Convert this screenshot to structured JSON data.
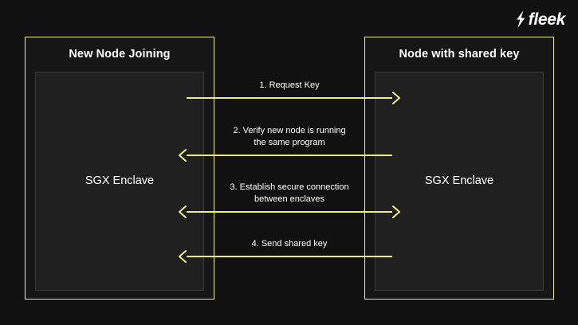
{
  "brand": {
    "name": "fleek",
    "bolt_icon": "lightning-bolt-icon",
    "color": "#ffffff"
  },
  "theme": {
    "background": "#111111",
    "accent": "#eeee8a",
    "box_background": "#161616",
    "enclave_background": "#202020",
    "enclave_border": "#3a3a3a",
    "text": "#ffffff"
  },
  "nodes": {
    "left": {
      "title": "New Node Joining",
      "enclave_label": "SGX\nEnclave"
    },
    "right": {
      "title": "Node with shared key",
      "enclave_label": "SGX\nEnclave"
    }
  },
  "messages": [
    {
      "number": "1.",
      "label": "Request Key",
      "direction": "right"
    },
    {
      "number": "2.",
      "label": "Verify new node is running\nthe same program",
      "direction": "left"
    },
    {
      "number": "3.",
      "label": "Establish secure connection\nbetween enclaves",
      "direction": "both"
    },
    {
      "number": "4.",
      "label": "Send shared key",
      "direction": "left"
    }
  ]
}
